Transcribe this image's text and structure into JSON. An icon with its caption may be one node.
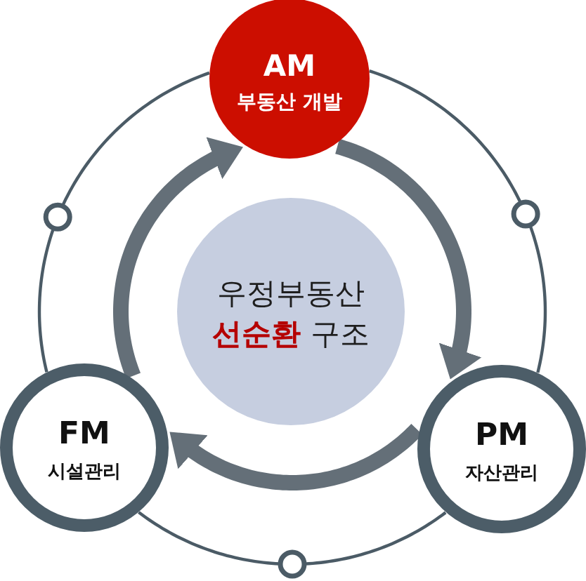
{
  "diagram": {
    "nodes": [
      {
        "text": [
          "AM",
          "부동산 개발"
        ]
      },
      {
        "text": [
          "우정부동산 **선순환** 구조"
        ]
      },
      {
        "text": [
          "FM",
          "시설관리"
        ]
      },
      {
        "text": [
          "PM",
          "자산관리"
        ]
      }
    ],
    "edges": [
      {
        "from": 0,
        "to": 3,
        "arrow": "none"
      },
      {
        "from": 3,
        "to": 2,
        "arrow": "none"
      },
      {
        "from": 2,
        "to": 0,
        "arrow": "none"
      },
      {
        "from": 0,
        "to": 3,
        "arrow": "to",
        "style": "thick",
        "color": "#646f78"
      },
      {
        "from": 3,
        "to": 2,
        "arrow": "to",
        "style": "thick",
        "color": "#646f78"
      },
      {
        "from": 2,
        "to": 0,
        "arrow": "to",
        "style": "thick",
        "color": "#646f78"
      }
    ]
  }
}
